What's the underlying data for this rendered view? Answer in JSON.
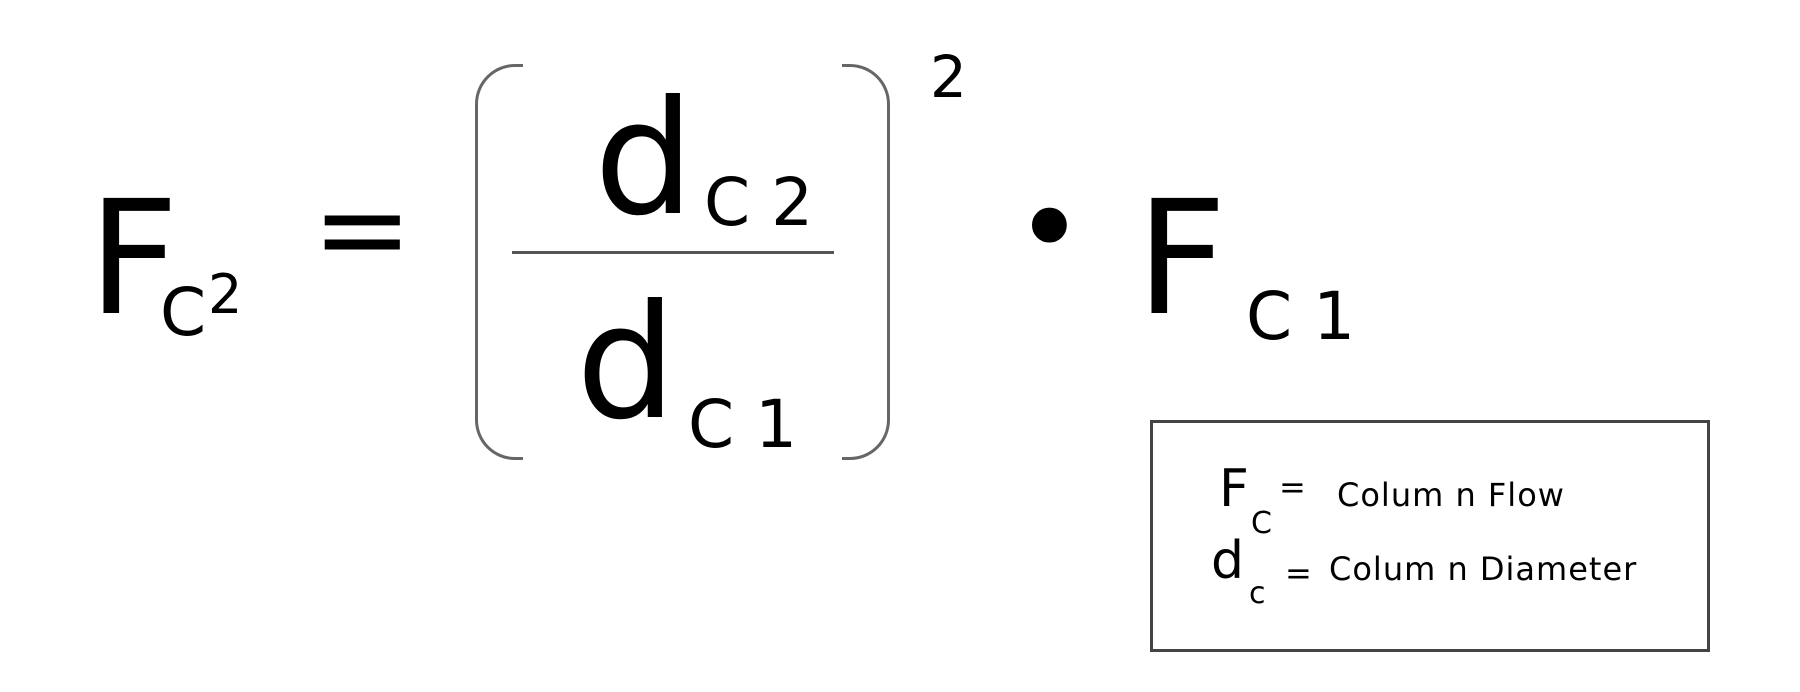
{
  "equation": {
    "lhs": {
      "symbol": "F",
      "subscript": "C",
      "superscript": "2"
    },
    "equals": "=",
    "fraction": {
      "numerator": {
        "symbol": "d",
        "subscript": "C 2"
      },
      "denominator": {
        "symbol": "d",
        "subscript": "C 1"
      }
    },
    "exponent": "2",
    "operator": "•",
    "rhs": {
      "symbol": "F",
      "subscript": "C 1"
    }
  },
  "legend": {
    "items": [
      {
        "symbol": "F",
        "subscript": "C",
        "equals": "=",
        "text": "Colum n Flow"
      },
      {
        "symbol": "d",
        "subscript": "c",
        "equals": "=",
        "text": "Colum n Diameter"
      }
    ]
  }
}
